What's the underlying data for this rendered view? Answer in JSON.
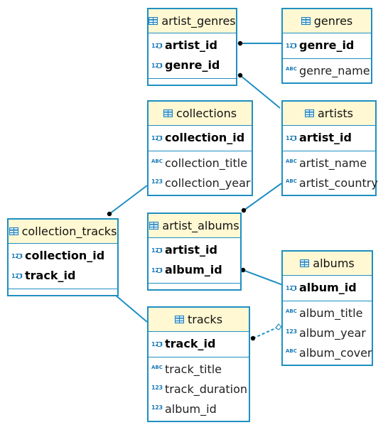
{
  "colors": {
    "border": "#1f8fc2",
    "header_bg": "#fff8d2",
    "link": "#1f8fc2"
  },
  "icons": {
    "table": "table-icon",
    "numeric": "numeric-type-icon",
    "text": "text-type-icon",
    "key": "primary-key-icon"
  },
  "entities": {
    "artist_genres": {
      "title": "artist_genres",
      "pk": [
        {
          "type": "123",
          "name": "artist_id"
        },
        {
          "type": "123",
          "name": "genre_id"
        }
      ],
      "cols": []
    },
    "genres": {
      "title": "genres",
      "pk": [
        {
          "type": "123",
          "name": "genre_id"
        }
      ],
      "cols": [
        {
          "type": "ABC",
          "name": "genre_name"
        }
      ]
    },
    "collections": {
      "title": "collections",
      "pk": [
        {
          "type": "123",
          "name": "collection_id"
        }
      ],
      "cols": [
        {
          "type": "ABC",
          "name": "collection_title"
        },
        {
          "type": "123",
          "name": "collection_year"
        }
      ]
    },
    "artists": {
      "title": "artists",
      "pk": [
        {
          "type": "123",
          "name": "artist_id"
        }
      ],
      "cols": [
        {
          "type": "ABC",
          "name": "artist_name"
        },
        {
          "type": "ABC",
          "name": "artist_country"
        }
      ]
    },
    "collection_tracks": {
      "title": "collection_tracks",
      "pk": [
        {
          "type": "123",
          "name": "collection_id"
        },
        {
          "type": "123",
          "name": "track_id"
        }
      ],
      "cols": []
    },
    "artist_albums": {
      "title": "artist_albums",
      "pk": [
        {
          "type": "123",
          "name": "artist_id"
        },
        {
          "type": "123",
          "name": "album_id"
        }
      ],
      "cols": []
    },
    "albums": {
      "title": "albums",
      "pk": [
        {
          "type": "123",
          "name": "album_id"
        }
      ],
      "cols": [
        {
          "type": "ABC",
          "name": "album_title"
        },
        {
          "type": "123",
          "name": "album_year"
        },
        {
          "type": "ABC",
          "name": "album_cover"
        }
      ]
    },
    "tracks": {
      "title": "tracks",
      "pk": [
        {
          "type": "123",
          "name": "track_id"
        }
      ],
      "cols": [
        {
          "type": "ABC",
          "name": "track_title"
        },
        {
          "type": "123",
          "name": "track_duration"
        },
        {
          "type": "123",
          "name": "album_id"
        }
      ]
    }
  },
  "relations": [
    {
      "from": "artist_genres",
      "to": "genres",
      "style": "solid"
    },
    {
      "from": "artist_genres",
      "to": "artists",
      "style": "solid"
    },
    {
      "from": "collections",
      "to": "collection_tracks",
      "style": "solid"
    },
    {
      "from": "artists",
      "to": "artist_albums",
      "style": "solid"
    },
    {
      "from": "artist_albums",
      "to": "albums",
      "style": "solid"
    },
    {
      "from": "collection_tracks",
      "to": "tracks",
      "style": "solid"
    },
    {
      "from": "tracks",
      "to": "albums",
      "style": "dashed"
    }
  ]
}
